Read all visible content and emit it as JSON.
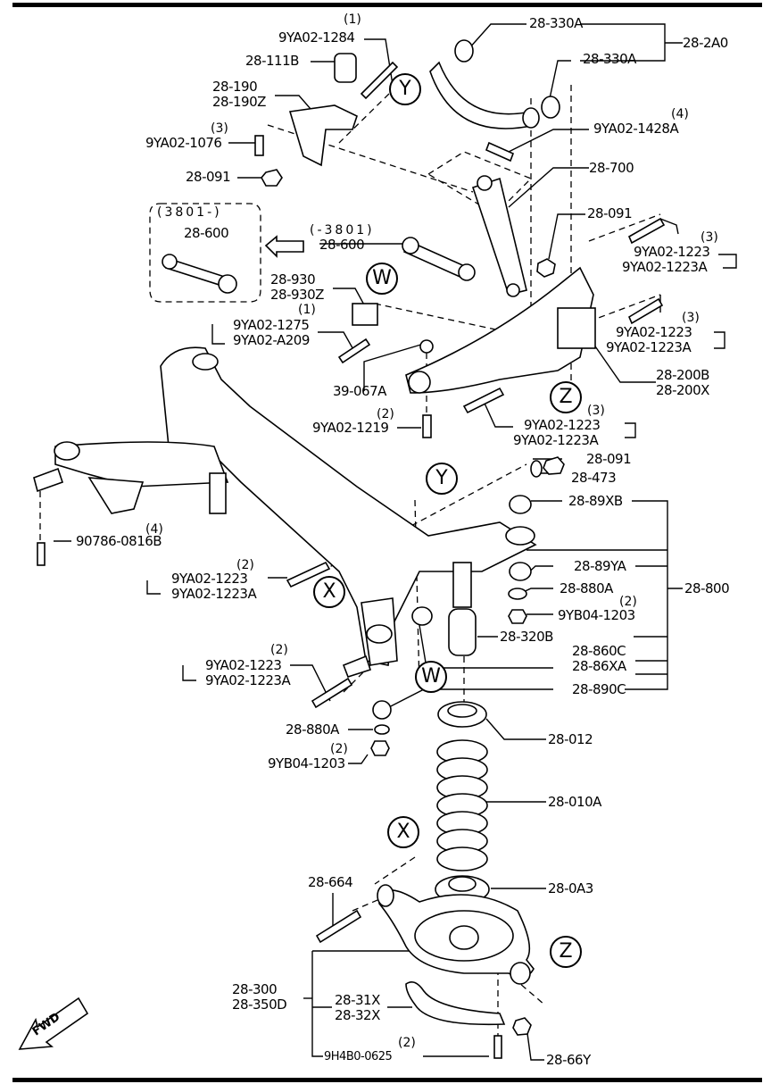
{
  "diagram": {
    "title": "Rear suspension exploded parts diagram",
    "callouts": [
      "Y",
      "W",
      "X",
      "Z"
    ],
    "direction_label": "FWD",
    "parts": {
      "p1284": {
        "num": "9YA02-1284",
        "qty": "(1)"
      },
      "p111b": {
        "num": "28-111B"
      },
      "p190": {
        "num": "28-190",
        "num2": "28-190Z"
      },
      "p1076": {
        "num": "9YA02-1076",
        "qty": "(3)"
      },
      "p091a": {
        "num": "28-091"
      },
      "p330a1": {
        "num": "28-330A"
      },
      "p2a0": {
        "num": "28-2A0"
      },
      "p330a2": {
        "num": "28-330A"
      },
      "p1428": {
        "num": "9YA02-1428A",
        "qty": "(4)"
      },
      "p700": {
        "num": "28-700"
      },
      "p091b": {
        "num": "28-091"
      },
      "p600box": {
        "range": "(3801-)",
        "num": "28-600"
      },
      "p600": {
        "range": "(-3801)",
        "num": "28-600"
      },
      "p930": {
        "num": "28-930",
        "num2": "28-930Z"
      },
      "p1275": {
        "num": "9YA02-1275",
        "num2": "9YA02-A209",
        "qty": "(1)"
      },
      "p1223r1": {
        "num": "9YA02-1223",
        "num2": "9YA02-1223A",
        "qty": "(3)"
      },
      "p1223r2": {
        "num": "9YA02-1223",
        "num2": "9YA02-1223A",
        "qty": "(3)"
      },
      "p200b": {
        "num": "28-200B",
        "num2": "28-200X"
      },
      "p067a": {
        "num": "39-067A"
      },
      "p1219": {
        "num": "9YA02-1219",
        "qty": "(2)"
      },
      "p1223r3": {
        "num": "9YA02-1223",
        "num2": "9YA02-1223A",
        "qty": "(3)"
      },
      "p091c": {
        "num": "28-091"
      },
      "p473": {
        "num": "28-473"
      },
      "p89xb": {
        "num": "28-89XB"
      },
      "p800": {
        "num": "28-800"
      },
      "p89ya": {
        "num": "28-89YA"
      },
      "p880a1": {
        "num": "28-880A"
      },
      "p1203a": {
        "num": "9YB04-1203",
        "qty": "(2)"
      },
      "p320b": {
        "num": "28-320B"
      },
      "p860c": {
        "num": "28-860C",
        "num2": "28-86XA"
      },
      "p890c": {
        "num": "28-890C"
      },
      "p0816": {
        "num": "90786-0816B",
        "qty": "(4)"
      },
      "p1223l1": {
        "num": "9YA02-1223",
        "num2": "9YA02-1223A",
        "qty": "(2)"
      },
      "p1223l2": {
        "num": "9YA02-1223",
        "num2": "9YA02-1223A",
        "qty": "(2)"
      },
      "p880a2": {
        "num": "28-880A"
      },
      "p1203b": {
        "num": "9YB04-1203",
        "qty": "(2)"
      },
      "p012": {
        "num": "28-012"
      },
      "p010a": {
        "num": "28-010A"
      },
      "p664": {
        "num": "28-664"
      },
      "p0a3": {
        "num": "28-0A3"
      },
      "p300": {
        "num": "28-300",
        "num2": "28-350D"
      },
      "p31x": {
        "num": "28-31X",
        "num2": "28-32X"
      },
      "p0625": {
        "num": "9H4B0-0625",
        "qty": "(2)"
      },
      "p66y": {
        "num": "28-66Y"
      }
    }
  }
}
